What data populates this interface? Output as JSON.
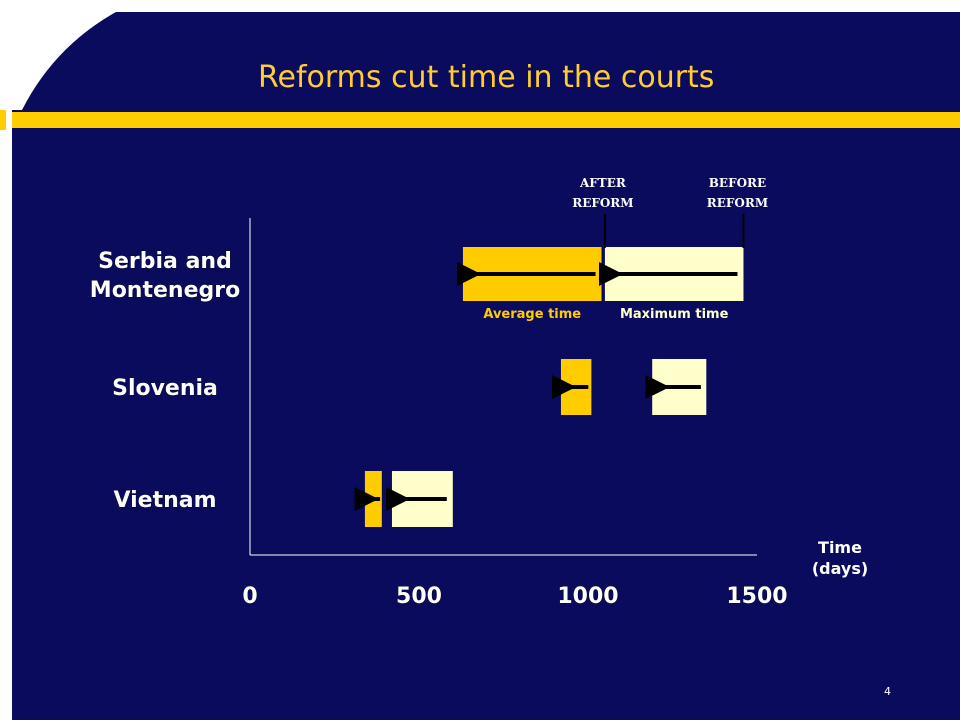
{
  "slide": {
    "title": "Reforms cut time in the courts",
    "page_number": "4"
  },
  "colors": {
    "background": "#0b0b5e",
    "accent": "#ffcc00",
    "title": "#ffcc33",
    "avg_bar": "#ffcc00",
    "max_bar": "#ffffcc",
    "arrow": "#000000",
    "text": "#ffffff"
  },
  "chart_data": {
    "type": "bar",
    "orientation": "horizontal",
    "xlabel": "Time\n(days)",
    "xlim": [
      0,
      1500
    ],
    "xticks": [
      0,
      500,
      1000,
      1500
    ],
    "categories": [
      "Serbia and Montenegro",
      "Slovenia",
      "Vietnam"
    ],
    "series": [
      {
        "name": "Average time",
        "before": [
          1040,
          1010,
          390
        ],
        "after": [
          630,
          920,
          340
        ]
      },
      {
        "name": "Maximum time",
        "before": [
          1460,
          1350,
          600
        ],
        "after": [
          1050,
          1190,
          420
        ]
      }
    ],
    "annotations": {
      "after": "AFTER\nREFORM",
      "before": "BEFORE\nREFORM"
    }
  }
}
